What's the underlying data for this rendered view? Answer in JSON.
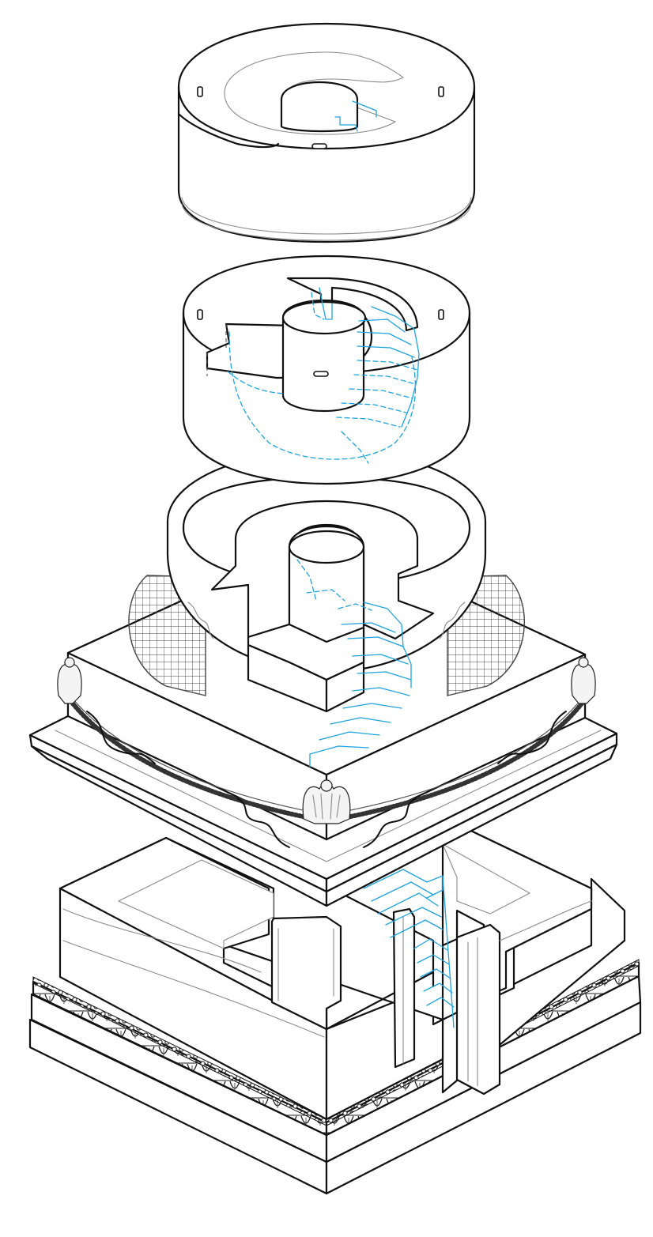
{
  "figure": {
    "kind": "exploded isometric technical illustration",
    "palette": {
      "outline": "#111111",
      "detail_line": "#8a8a8a",
      "hidden_staircase": "#1ea3e0",
      "background": "#ffffff"
    },
    "components": [
      "top-cap-drum",
      "middle-drum-with-spiral-stair",
      "torus-tier-with-ornamented-cornice",
      "square-base-with-egg-and-dart-molding"
    ],
    "ornaments": [
      "eagle-finial",
      "laurel-garland",
      "ribbon",
      "egg-and-dart-frieze"
    ]
  }
}
